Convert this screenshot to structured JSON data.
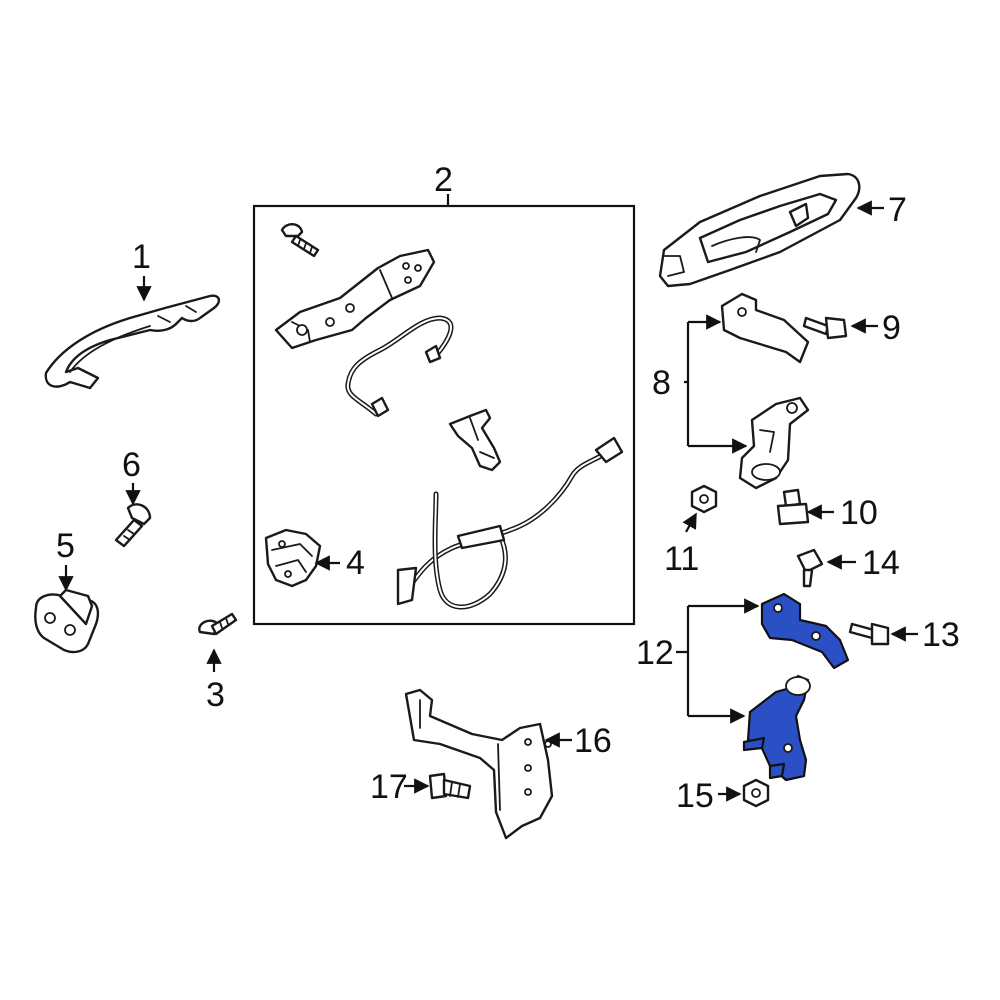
{
  "diagram": {
    "callouts": [
      "1",
      "2",
      "3",
      "4",
      "5",
      "6",
      "7",
      "8",
      "9",
      "10",
      "11",
      "12",
      "13",
      "14",
      "15",
      "16",
      "17"
    ],
    "highlight_color": "#2b4fc4"
  }
}
